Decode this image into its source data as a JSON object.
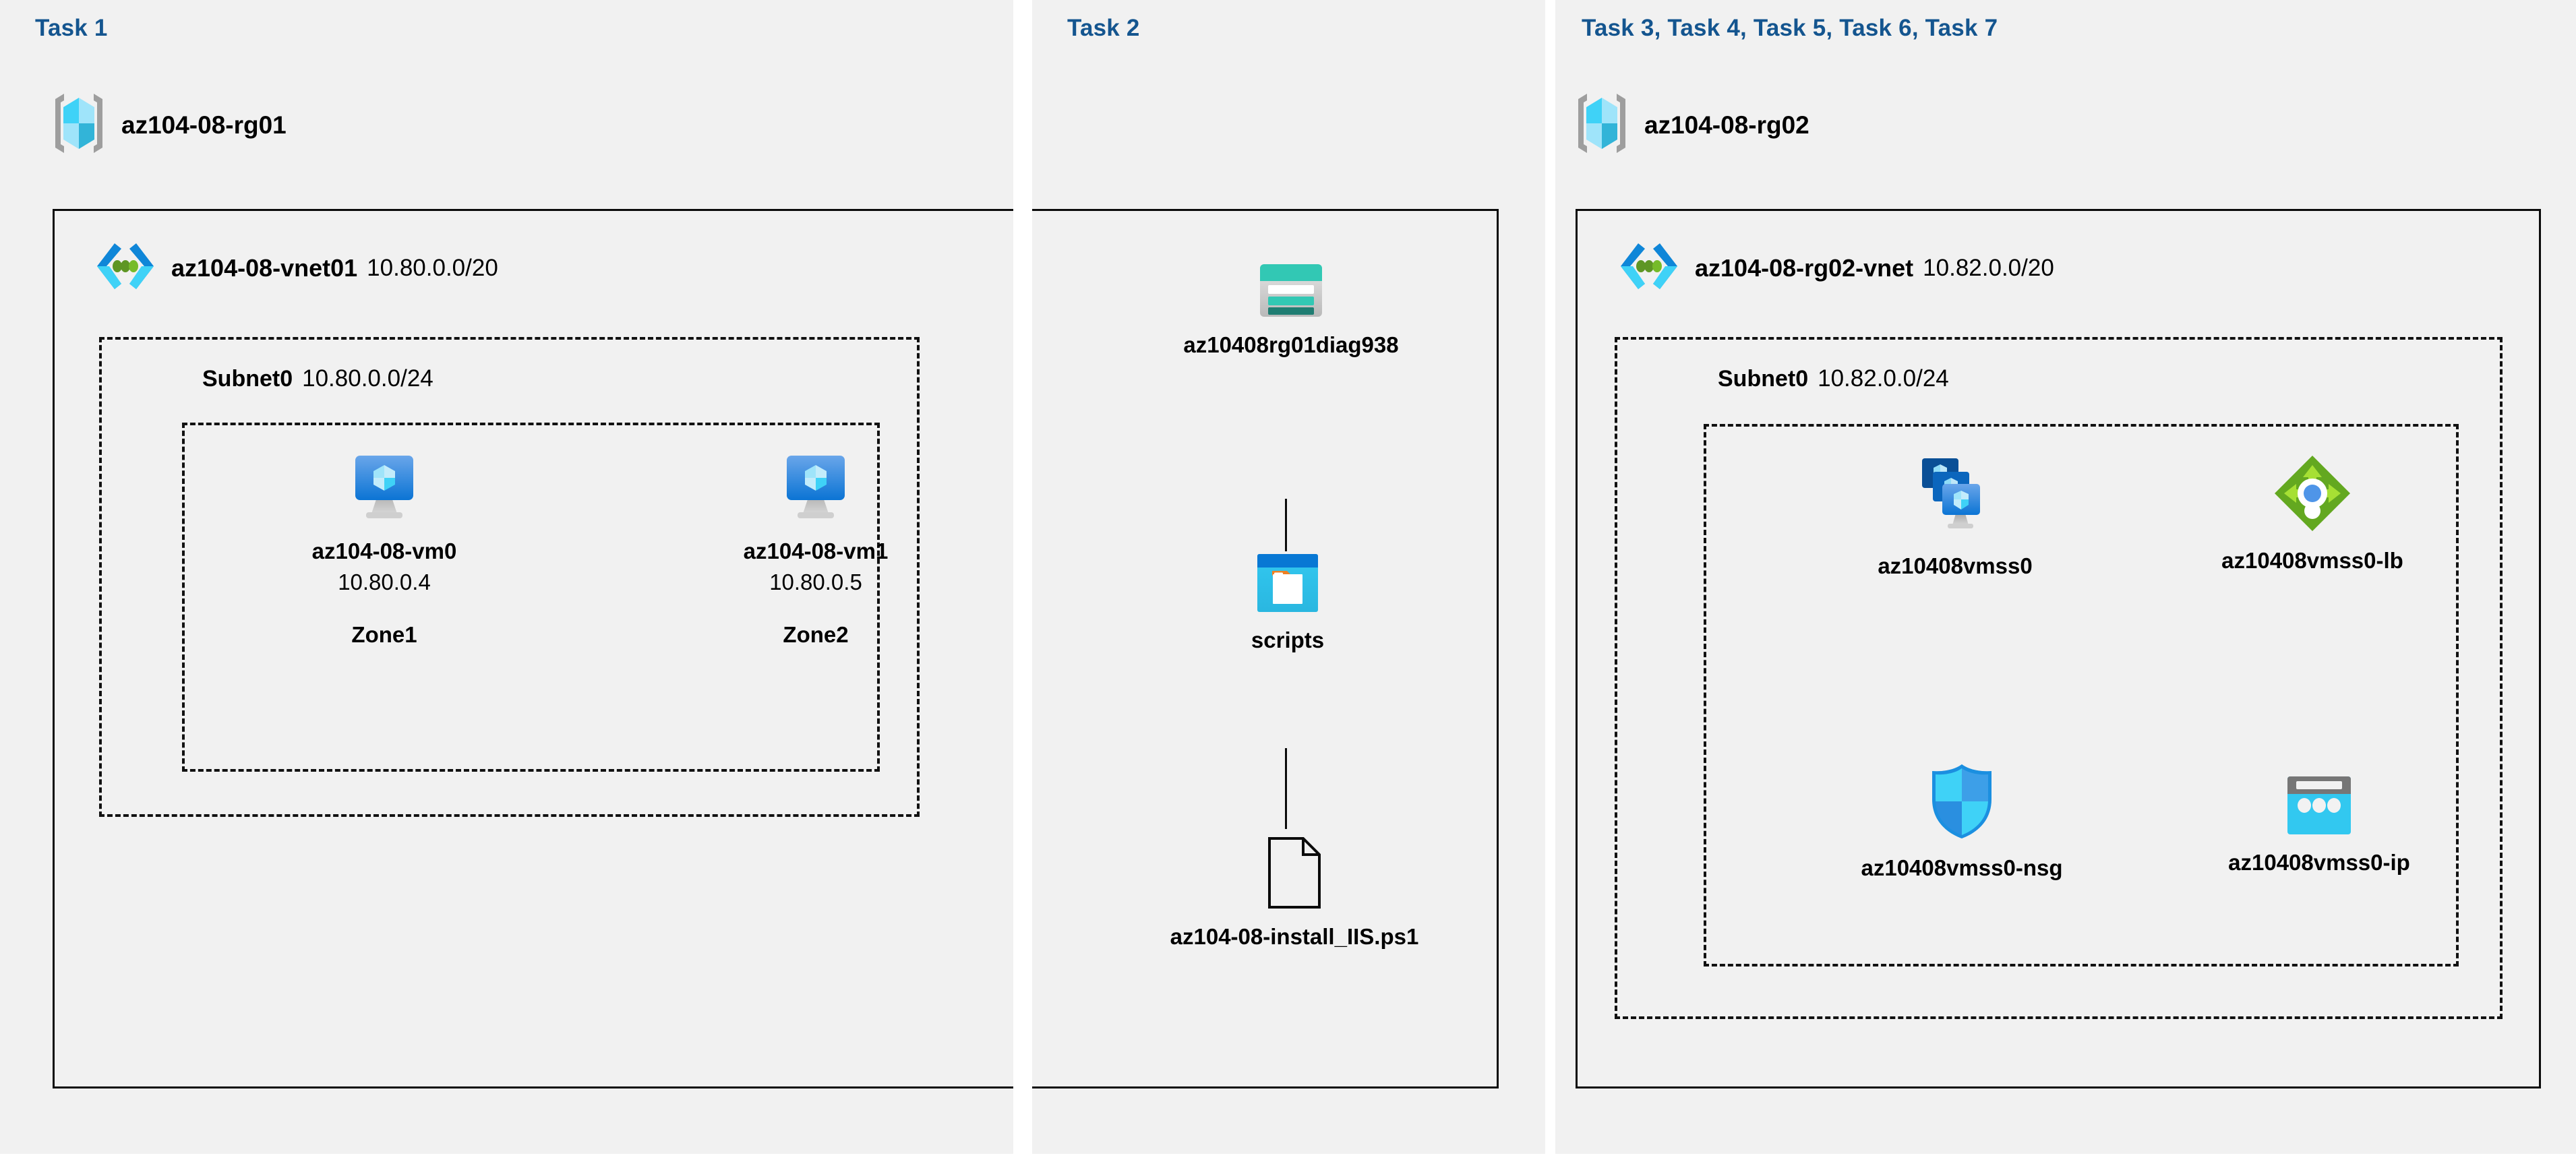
{
  "panels": [
    {
      "id": "task1",
      "task_label": "Task 1"
    },
    {
      "id": "task2",
      "task_label": "Task 2"
    },
    {
      "id": "task3",
      "task_label": "Task 3, Task 4, Task 5, Task 6, Task 7"
    }
  ],
  "resource_groups": [
    {
      "name": "az104-08-rg01",
      "icon": "resource-group-icon"
    },
    {
      "name": "az104-08-rg02",
      "icon": "resource-group-icon"
    }
  ],
  "vnets": [
    {
      "name": "az104-08-vnet01",
      "cidr": "10.80.0.0/20",
      "icon": "virtual-network-icon"
    },
    {
      "name": "az104-08-rg02-vnet",
      "cidr": "10.82.0.0/20",
      "icon": "virtual-network-icon"
    }
  ],
  "subnets": [
    {
      "name": "Subnet0",
      "cidr": "10.80.0.0/24"
    },
    {
      "name": "Subnet0",
      "cidr": "10.82.0.0/24"
    }
  ],
  "vms": [
    {
      "name": "az104-08-vm0",
      "ip": "10.80.0.4",
      "zone": "Zone1",
      "icon": "virtual-machine-icon"
    },
    {
      "name": "az104-08-vm1",
      "ip": "10.80.0.5",
      "zone": "Zone2",
      "icon": "virtual-machine-icon"
    }
  ],
  "storage": {
    "account": {
      "name": "az10408rg01diag938",
      "icon": "storage-account-icon"
    },
    "container": {
      "name": "scripts",
      "icon": "blob-container-icon"
    },
    "file": {
      "name": "az104-08-install_IIS.ps1",
      "icon": "script-file-icon"
    }
  },
  "scale_set_resources": [
    {
      "name": "az10408vmss0",
      "icon": "vm-scale-set-icon"
    },
    {
      "name": "az10408vmss0-lb",
      "icon": "load-balancer-icon"
    },
    {
      "name": "az10408vmss0-nsg",
      "icon": "network-security-group-icon"
    },
    {
      "name": "az10408vmss0-ip",
      "icon": "public-ip-address-icon"
    }
  ],
  "colors": {
    "task_label": "#14558f",
    "panel_bg": "#f1f1f1",
    "page_bg": "#ffffff",
    "border": "#0b0b0b",
    "azure_blue": "#0078d4",
    "azure_cyan": "#32bedd",
    "teal": "#32c8b4",
    "green": "#6cb52d",
    "gray": "#949494"
  }
}
